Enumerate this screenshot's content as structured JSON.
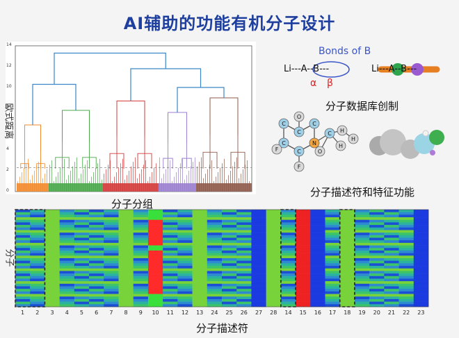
{
  "title": "AI辅助的功能有机分子设计",
  "dendrogram": {
    "ylabel": "欧式距离",
    "yticks": [
      "0",
      "2",
      "4",
      "6",
      "8",
      "10",
      "12",
      "14"
    ],
    "caption": "分子分组",
    "cluster_colors": [
      "#f28a2c",
      "#4aa84a",
      "#d43b3b",
      "#9b7fd0",
      "#8f5a4a"
    ],
    "link_color": "#3b86c6"
  },
  "bonds": {
    "title": "Bonds of B",
    "left_formula": "Li---A--B---",
    "right_formula": "Li---A--B---",
    "alpha": "α",
    "beta": "β",
    "caption": "分子数据库创制"
  },
  "molecule": {
    "atoms": [
      "C",
      "C",
      "N",
      "C",
      "C",
      "C",
      "C",
      "O",
      "F",
      "F",
      "O",
      "H",
      "H",
      "H"
    ],
    "caption": "分子描述符和特征功能"
  },
  "heatmap": {
    "ylabel": "分子",
    "xlabel": "分子描述符",
    "xticks": [
      "1",
      "2",
      "3",
      "4",
      "5",
      "6",
      "7",
      "8",
      "9",
      "10",
      "11",
      "12",
      "13",
      "24",
      "25",
      "26",
      "27",
      "28",
      "14",
      "15",
      "16",
      "17",
      "18",
      "19",
      "20",
      "21",
      "22",
      "23"
    ],
    "highlighted_columns": [
      "1",
      "2",
      "14",
      "18"
    ]
  }
}
